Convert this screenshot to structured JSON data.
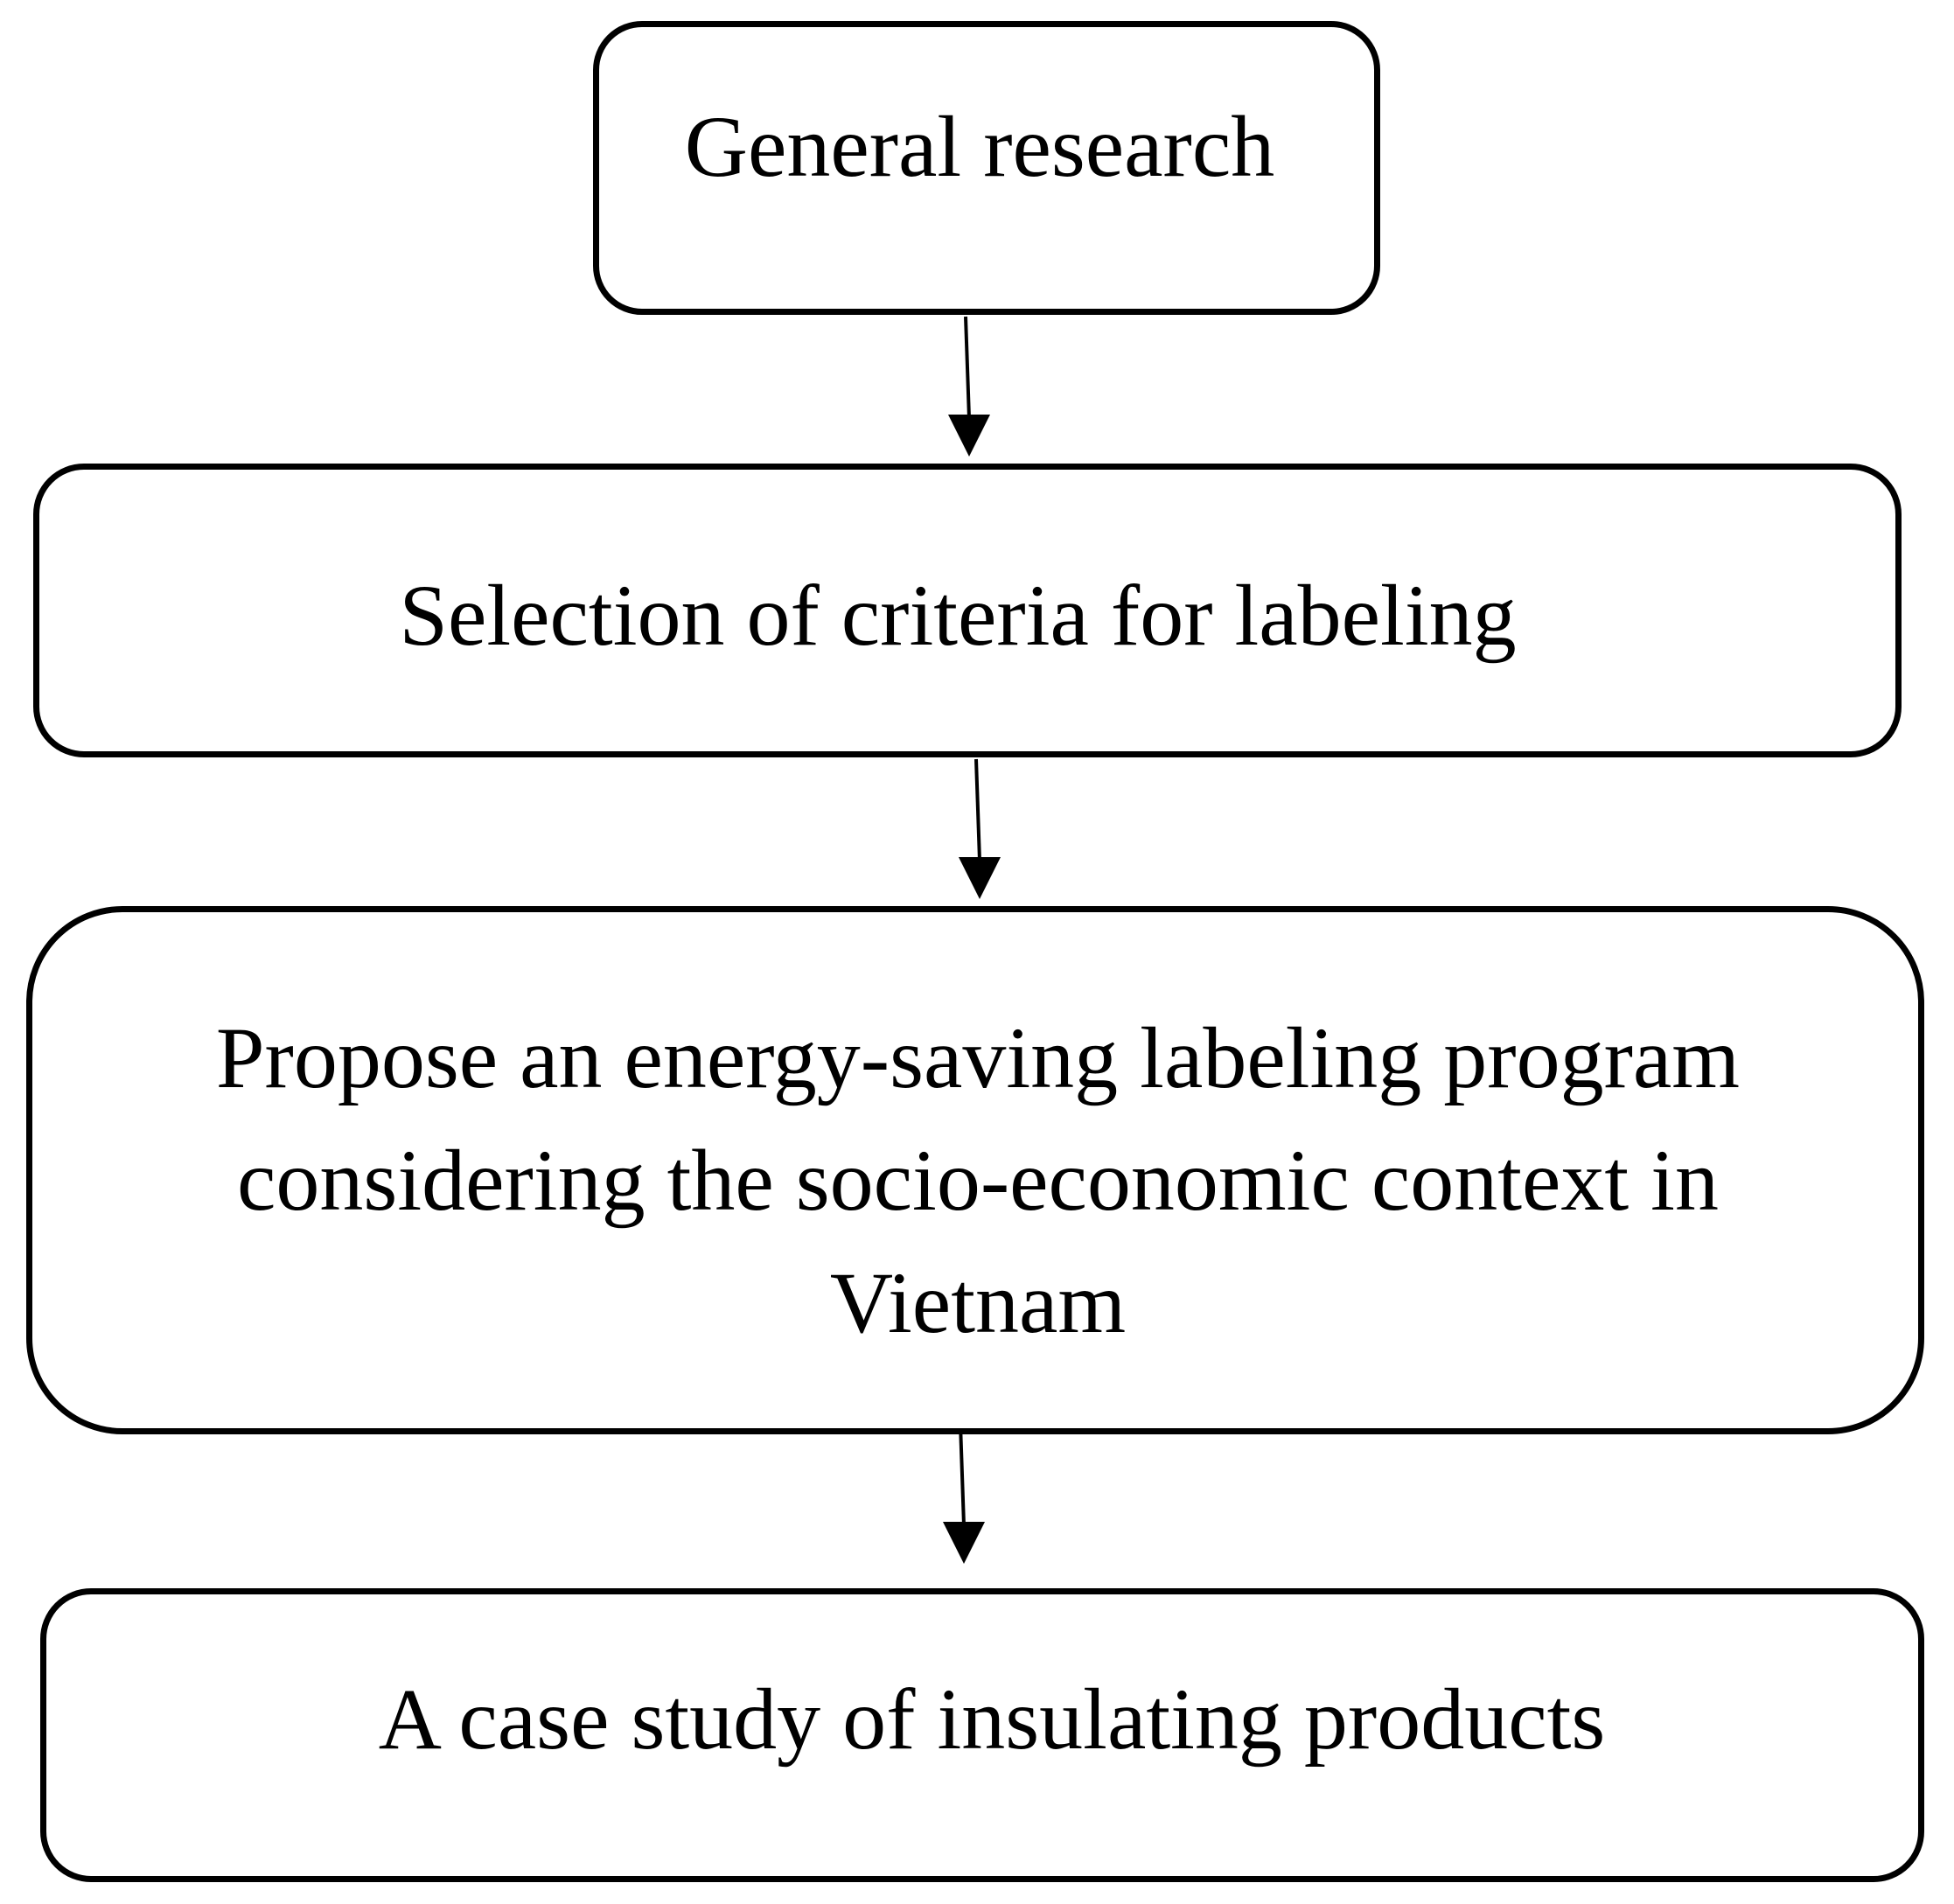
{
  "diagram": {
    "steps": [
      {
        "id": "step-general-research",
        "label": "General research"
      },
      {
        "id": "step-selection-criteria",
        "label": "Selection of criteria for labeling"
      },
      {
        "id": "step-propose-program",
        "label": "Propose an energy-saving labeling program\nconsidering the socio-economic context in\nVietnam"
      },
      {
        "id": "step-case-study",
        "label": "A case study of insulating products"
      }
    ],
    "edges": [
      {
        "from": "step-general-research",
        "to": "step-selection-criteria"
      },
      {
        "from": "step-selection-criteria",
        "to": "step-propose-program"
      },
      {
        "from": "step-propose-program",
        "to": "step-case-study"
      }
    ],
    "colors": {
      "stroke": "#000000",
      "background": "#ffffff"
    }
  }
}
